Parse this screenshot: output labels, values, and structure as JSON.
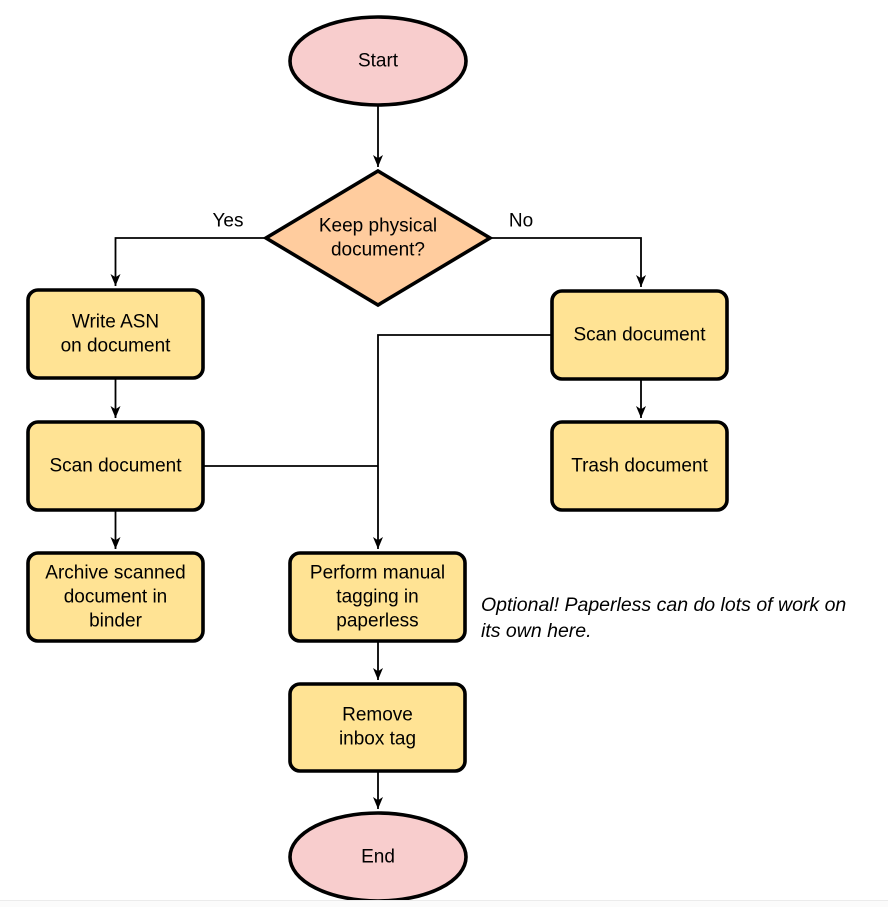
{
  "diagram": {
    "type": "flowchart",
    "nodes": {
      "start": {
        "shape": "terminator",
        "lines": [
          "Start"
        ]
      },
      "keep_decision": {
        "shape": "decision",
        "lines": [
          "Keep physical",
          "document?"
        ]
      },
      "write_asn": {
        "shape": "process",
        "lines": [
          "Write ASN",
          "on document"
        ]
      },
      "scan_left": {
        "shape": "process",
        "lines": [
          "Scan document"
        ]
      },
      "archive_binder": {
        "shape": "process",
        "lines": [
          "Archive scanned",
          "document in",
          "binder"
        ]
      },
      "scan_right": {
        "shape": "process",
        "lines": [
          "Scan document"
        ]
      },
      "trash_document": {
        "shape": "process",
        "lines": [
          "Trash document"
        ]
      },
      "manual_tagging": {
        "shape": "process",
        "lines": [
          "Perform manual",
          "tagging in",
          "paperless"
        ]
      },
      "remove_inbox_tag": {
        "shape": "process",
        "lines": [
          "Remove",
          "inbox tag"
        ]
      },
      "end": {
        "shape": "terminator",
        "lines": [
          "End"
        ]
      }
    },
    "edge_labels": {
      "yes": "Yes",
      "no": "No"
    },
    "annotation": {
      "lines": [
        "Optional! Paperless can do lots of work on",
        "its own here."
      ]
    },
    "colors": {
      "terminator_fill": "#F8CDCD",
      "decision_fill": "#FFCC9E",
      "process_fill": "#FFE394",
      "stroke": "#000000"
    }
  }
}
